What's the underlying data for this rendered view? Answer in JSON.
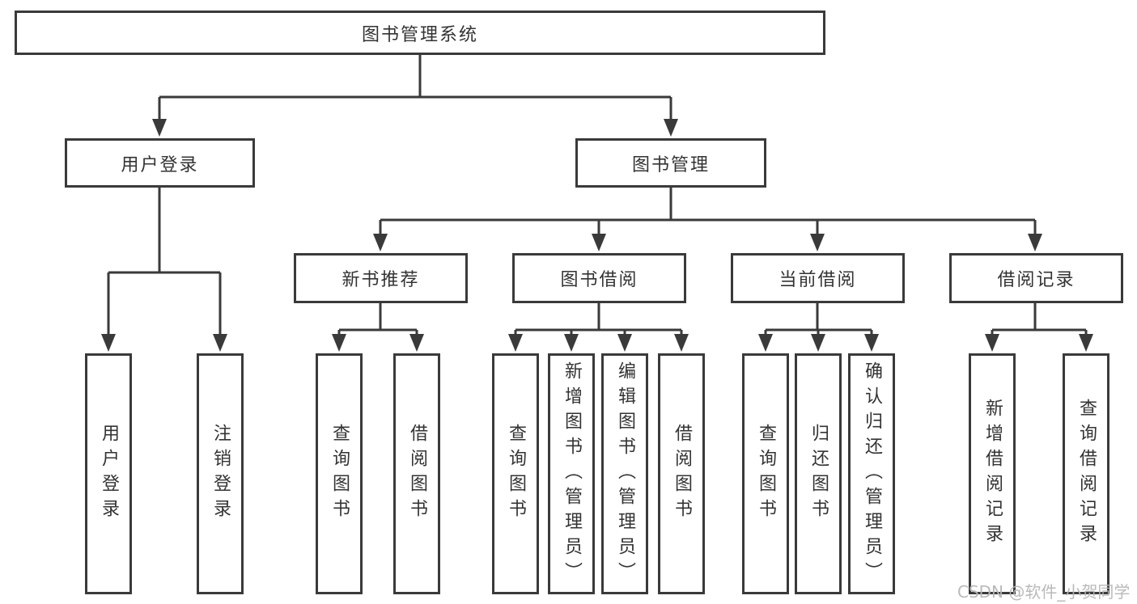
{
  "diagram": {
    "root": {
      "label": "图书管理系统"
    },
    "user": {
      "label": "用户登录",
      "children": [
        "用户登录",
        "注销登录"
      ]
    },
    "mgmt": {
      "label": "图书管理"
    },
    "sections": {
      "newbook": {
        "label": "新书推荐",
        "children": [
          "查询图书",
          "借阅图书"
        ]
      },
      "borrow": {
        "label": "图书借阅",
        "children": [
          "查询图书",
          "新增图书（管理员）",
          "编辑图书（管理员）",
          "借阅图书"
        ]
      },
      "current": {
        "label": "当前借阅",
        "children": [
          "查询图书",
          "归还图书",
          "确认归还（管理员）"
        ]
      },
      "records": {
        "label": "借阅记录",
        "children": [
          "新增借阅记录",
          "查询借阅记录"
        ]
      }
    },
    "watermark": "CSDN @软件_小贺同学",
    "colors": {
      "line": "#3a3a3a",
      "border": "#3a3a3a",
      "text": "#333333",
      "watermark_gray": "#b6b6b6",
      "background": "#ffffff"
    }
  }
}
